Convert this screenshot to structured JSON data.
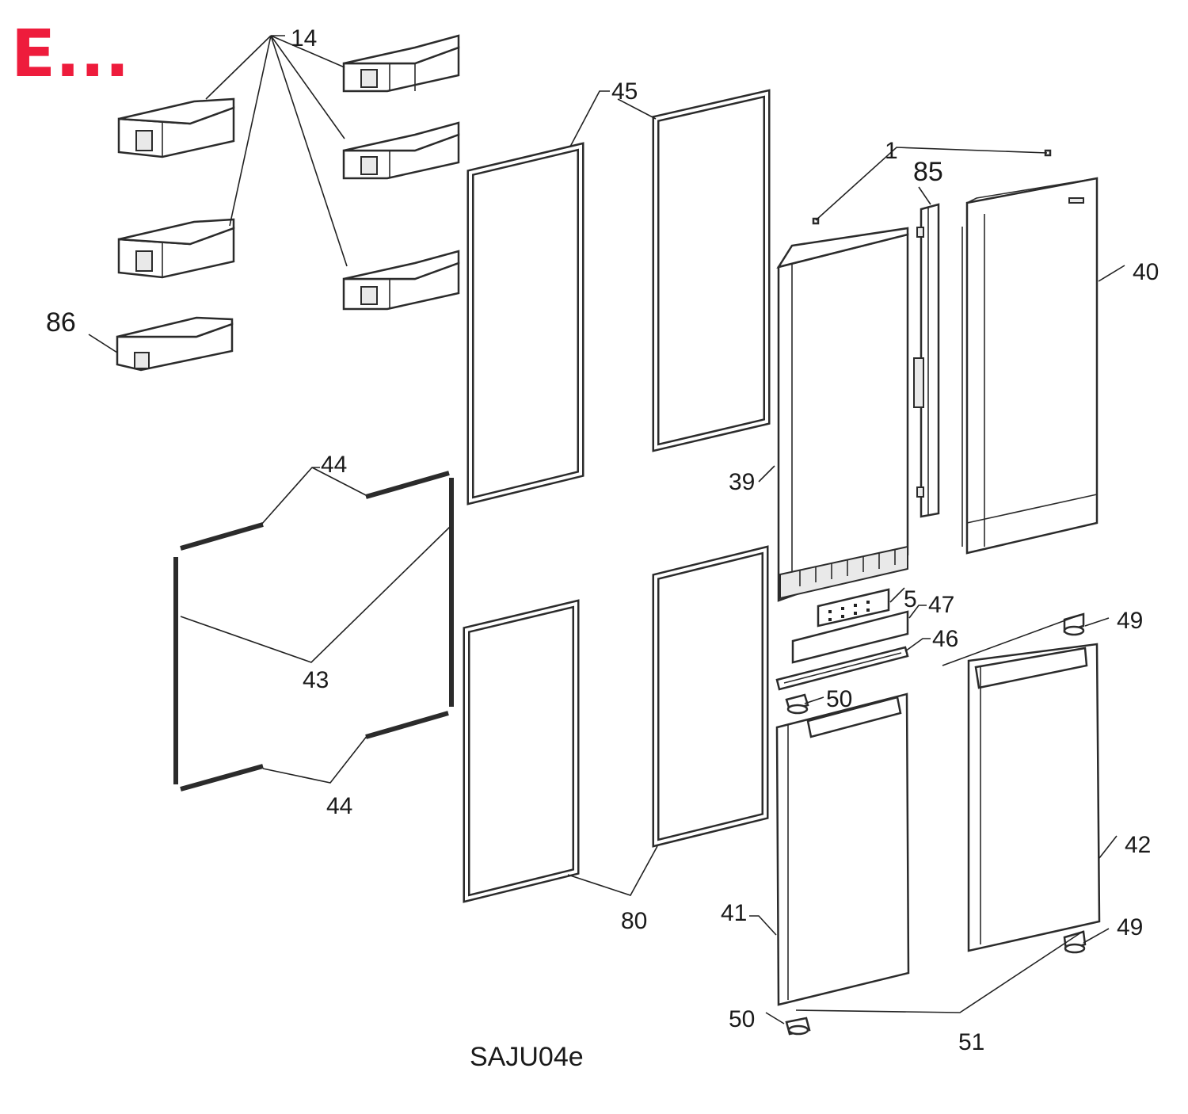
{
  "header": {
    "badge": "E..."
  },
  "drawing": {
    "code": "SAJU04e"
  },
  "callouts": {
    "c14": "14",
    "c45": "45",
    "c1": "1",
    "c85": "85",
    "c40": "40",
    "c86": "86",
    "c44a": "44",
    "c39": "39",
    "c5": "5",
    "c47": "47",
    "c49a": "49",
    "c46": "46",
    "c43": "43",
    "c50a": "50",
    "c44b": "44",
    "c42": "42",
    "c80": "80",
    "c41": "41",
    "c49b": "49",
    "c50b": "50",
    "c51": "51"
  },
  "colors": {
    "badge": "#ee1c3c",
    "line": "#2b2b2b"
  }
}
